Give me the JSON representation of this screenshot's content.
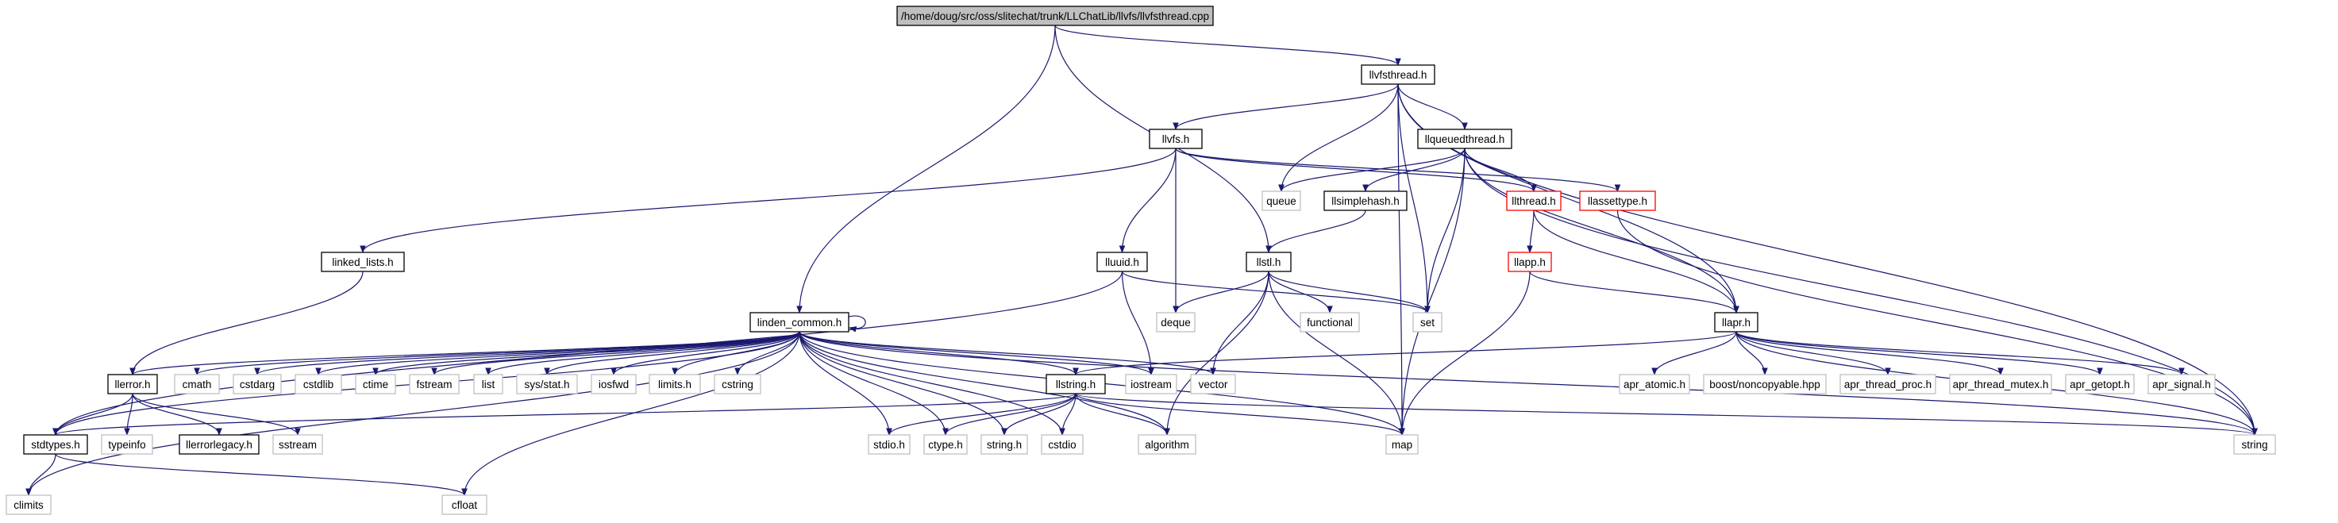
{
  "diagram": {
    "type": "include-dependency-graph",
    "colors": {
      "edge": "#191970",
      "root_fill": "#bfbfbf",
      "documented_border": "#000000",
      "undocumented_border": "#bfbfbf",
      "truncated_border": "#ff0000",
      "node_fill": "#ffffff"
    },
    "nodes": [
      {
        "id": "root",
        "label": "/home/doug/src/oss/slitechat/trunk/LLChatLib/llvfs/llvfsthread.cpp",
        "kind": "root"
      },
      {
        "id": "llvfsthread",
        "label": "llvfsthread.h",
        "kind": "documented"
      },
      {
        "id": "llvfs",
        "label": "llvfs.h",
        "kind": "documented"
      },
      {
        "id": "llqueuedthread",
        "label": "llqueuedthread.h",
        "kind": "documented"
      },
      {
        "id": "queue",
        "label": "queue",
        "kind": "external"
      },
      {
        "id": "llthread",
        "label": "llthread.h",
        "kind": "truncated"
      },
      {
        "id": "llassettype",
        "label": "llassettype.h",
        "kind": "truncated"
      },
      {
        "id": "llsimplehash",
        "label": "llsimplehash.h",
        "kind": "documented"
      },
      {
        "id": "linked_lists",
        "label": "linked_lists.h",
        "kind": "documented"
      },
      {
        "id": "lluuid",
        "label": "lluuid.h",
        "kind": "documented"
      },
      {
        "id": "llstl",
        "label": "llstl.h",
        "kind": "documented"
      },
      {
        "id": "llapp",
        "label": "llapp.h",
        "kind": "truncated"
      },
      {
        "id": "deque",
        "label": "deque",
        "kind": "external"
      },
      {
        "id": "functional",
        "label": "functional",
        "kind": "external"
      },
      {
        "id": "set",
        "label": "set",
        "kind": "external"
      },
      {
        "id": "linden_common",
        "label": "linden_common.h",
        "kind": "documented"
      },
      {
        "id": "llapr",
        "label": "llapr.h",
        "kind": "documented"
      },
      {
        "id": "llerror",
        "label": "llerror.h",
        "kind": "documented"
      },
      {
        "id": "cmath",
        "label": "cmath",
        "kind": "external"
      },
      {
        "id": "cstdarg",
        "label": "cstdarg",
        "kind": "external"
      },
      {
        "id": "cstdlib",
        "label": "cstdlib",
        "kind": "external"
      },
      {
        "id": "ctime",
        "label": "ctime",
        "kind": "external"
      },
      {
        "id": "fstream",
        "label": "fstream",
        "kind": "external"
      },
      {
        "id": "list",
        "label": "list",
        "kind": "external"
      },
      {
        "id": "sys_stat",
        "label": "sys/stat.h",
        "kind": "external"
      },
      {
        "id": "iosfwd",
        "label": "iosfwd",
        "kind": "external"
      },
      {
        "id": "limits",
        "label": "limits.h",
        "kind": "external"
      },
      {
        "id": "cstring",
        "label": "cstring",
        "kind": "external"
      },
      {
        "id": "iostream",
        "label": "iostream",
        "kind": "external"
      },
      {
        "id": "vector",
        "label": "vector",
        "kind": "external"
      },
      {
        "id": "llstring",
        "label": "llstring.h",
        "kind": "documented"
      },
      {
        "id": "apr_atomic",
        "label": "apr_atomic.h",
        "kind": "external"
      },
      {
        "id": "boost_noncopyable",
        "label": "boost/noncopyable.hpp",
        "kind": "external"
      },
      {
        "id": "apr_thread_proc",
        "label": "apr_thread_proc.h",
        "kind": "external"
      },
      {
        "id": "apr_thread_mutex",
        "label": "apr_thread_mutex.h",
        "kind": "external"
      },
      {
        "id": "apr_getopt",
        "label": "apr_getopt.h",
        "kind": "external"
      },
      {
        "id": "apr_signal",
        "label": "apr_signal.h",
        "kind": "external"
      },
      {
        "id": "stdtypes",
        "label": "stdtypes.h",
        "kind": "documented"
      },
      {
        "id": "typeinfo",
        "label": "typeinfo",
        "kind": "external"
      },
      {
        "id": "llerrorlegacy",
        "label": "llerrorlegacy.h",
        "kind": "documented"
      },
      {
        "id": "sstream",
        "label": "sstream",
        "kind": "external"
      },
      {
        "id": "stdio",
        "label": "stdio.h",
        "kind": "external"
      },
      {
        "id": "ctype",
        "label": "ctype.h",
        "kind": "external"
      },
      {
        "id": "string_h",
        "label": "string.h",
        "kind": "external"
      },
      {
        "id": "cstdio",
        "label": "cstdio",
        "kind": "external"
      },
      {
        "id": "algorithm",
        "label": "algorithm",
        "kind": "external"
      },
      {
        "id": "map",
        "label": "map",
        "kind": "external"
      },
      {
        "id": "string",
        "label": "string",
        "kind": "external"
      },
      {
        "id": "climits",
        "label": "climits",
        "kind": "external"
      },
      {
        "id": "cfloat",
        "label": "cfloat",
        "kind": "external"
      }
    ],
    "edges": [
      [
        "root",
        "llvfsthread"
      ],
      [
        "root",
        "linden_common"
      ],
      [
        "root",
        "llstl"
      ],
      [
        "llvfsthread",
        "llvfs"
      ],
      [
        "llvfsthread",
        "llqueuedthread"
      ],
      [
        "llvfsthread",
        "queue"
      ],
      [
        "llvfsthread",
        "set"
      ],
      [
        "llvfsthread",
        "llapr"
      ],
      [
        "llvfsthread",
        "map"
      ],
      [
        "llvfsthread",
        "string"
      ],
      [
        "llvfs",
        "linked_lists"
      ],
      [
        "llvfs",
        "lluuid"
      ],
      [
        "llvfs",
        "deque"
      ],
      [
        "llvfs",
        "llthread"
      ],
      [
        "llvfs",
        "llassettype"
      ],
      [
        "llqueuedthread",
        "queue"
      ],
      [
        "llqueuedthread",
        "llsimplehash"
      ],
      [
        "llqueuedthread",
        "llthread"
      ],
      [
        "llqueuedthread",
        "set"
      ],
      [
        "llqueuedthread",
        "map"
      ],
      [
        "llqueuedthread",
        "llapr"
      ],
      [
        "llqueuedthread",
        "string"
      ],
      [
        "llsimplehash",
        "llstl"
      ],
      [
        "llthread",
        "llapp"
      ],
      [
        "llthread",
        "llapr"
      ],
      [
        "llassettype",
        "string"
      ],
      [
        "linked_lists",
        "llerror"
      ],
      [
        "lluuid",
        "stdtypes"
      ],
      [
        "lluuid",
        "iostream"
      ],
      [
        "lluuid",
        "set"
      ],
      [
        "llstl",
        "deque"
      ],
      [
        "llstl",
        "functional"
      ],
      [
        "llstl",
        "set"
      ],
      [
        "llstl",
        "vector"
      ],
      [
        "llstl",
        "map"
      ],
      [
        "llstl",
        "algorithm"
      ],
      [
        "llapp",
        "llapr"
      ],
      [
        "llapp",
        "map"
      ],
      [
        "llapr",
        "llstring"
      ],
      [
        "llapr",
        "apr_atomic"
      ],
      [
        "llapr",
        "boost_noncopyable"
      ],
      [
        "llapr",
        "apr_thread_proc"
      ],
      [
        "llapr",
        "apr_thread_mutex"
      ],
      [
        "llapr",
        "apr_getopt"
      ],
      [
        "llapr",
        "apr_signal"
      ],
      [
        "llapr",
        "string"
      ],
      [
        "linden_common",
        "linden_common"
      ],
      [
        "linden_common",
        "llerror"
      ],
      [
        "linden_common",
        "cmath"
      ],
      [
        "linden_common",
        "cstdarg"
      ],
      [
        "linden_common",
        "cstdlib"
      ],
      [
        "linden_common",
        "ctime"
      ],
      [
        "linden_common",
        "fstream"
      ],
      [
        "linden_common",
        "list"
      ],
      [
        "linden_common",
        "sys_stat"
      ],
      [
        "linden_common",
        "iosfwd"
      ],
      [
        "linden_common",
        "limits"
      ],
      [
        "linden_common",
        "cstring"
      ],
      [
        "linden_common",
        "iostream"
      ],
      [
        "linden_common",
        "vector"
      ],
      [
        "linden_common",
        "llstring"
      ],
      [
        "linden_common",
        "stdtypes"
      ],
      [
        "linden_common",
        "climits"
      ],
      [
        "linden_common",
        "cfloat"
      ],
      [
        "linden_common",
        "stdio"
      ],
      [
        "linden_common",
        "ctype"
      ],
      [
        "linden_common",
        "string_h"
      ],
      [
        "linden_common",
        "cstdio"
      ],
      [
        "linden_common",
        "algorithm"
      ],
      [
        "linden_common",
        "map"
      ],
      [
        "linden_common",
        "string"
      ],
      [
        "llerror",
        "stdtypes"
      ],
      [
        "llerror",
        "typeinfo"
      ],
      [
        "llerror",
        "llerrorlegacy"
      ],
      [
        "llerror",
        "sstream"
      ],
      [
        "llstring",
        "stdtypes"
      ],
      [
        "llstring",
        "stdio"
      ],
      [
        "llstring",
        "ctype"
      ],
      [
        "llstring",
        "string_h"
      ],
      [
        "llstring",
        "cstdio"
      ],
      [
        "llstring",
        "algorithm"
      ],
      [
        "llstring",
        "map"
      ],
      [
        "llstring",
        "string"
      ],
      [
        "stdtypes",
        "climits"
      ],
      [
        "stdtypes",
        "cfloat"
      ]
    ]
  }
}
